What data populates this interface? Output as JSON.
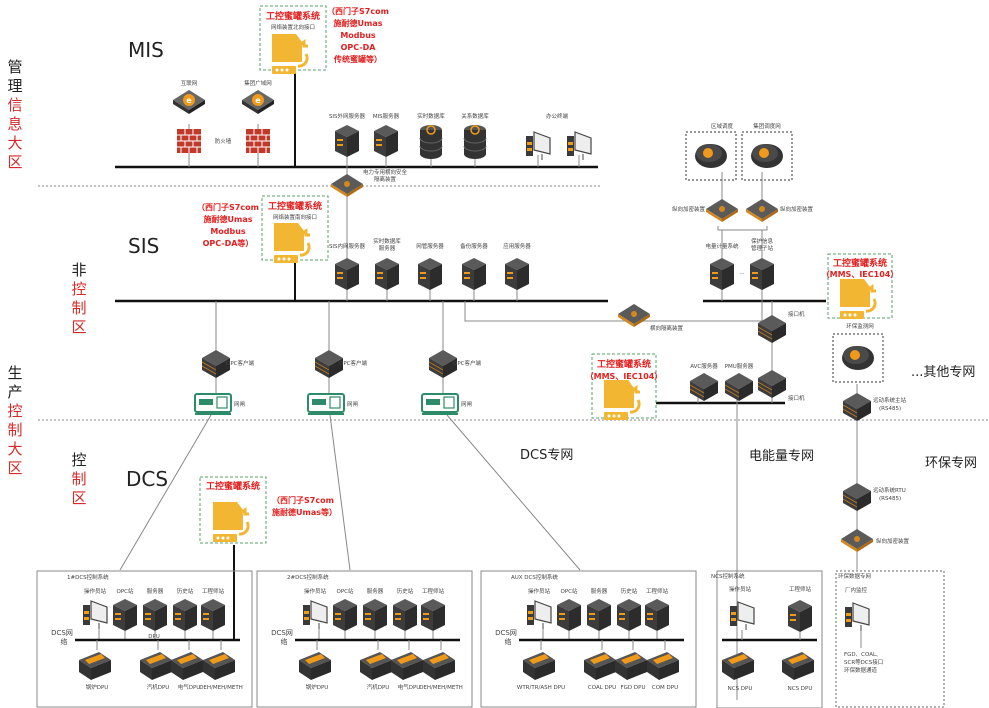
{
  "zones": {
    "mgmt": [
      "管",
      "理",
      "信",
      "息",
      "大",
      "区"
    ],
    "mgmt_red_from": 2,
    "noncontrol": [
      "非",
      "控",
      "制",
      "区"
    ],
    "noncontrol_red_from": 1,
    "production": [
      "生",
      "产",
      "控",
      "制",
      "大",
      "区"
    ],
    "production_red_from": 2,
    "control": [
      "控",
      "制",
      "区"
    ],
    "control_red_from": 1
  },
  "layers": {
    "mis": "MIS",
    "sis": "SIS",
    "dcs": "DCS"
  },
  "networks": {
    "dcs_net": "DCS专网",
    "energy_net": "电能量专网",
    "env_net": "环保专网",
    "other_net": "...其他专网"
  },
  "honeypots": {
    "mis": {
      "title": "工控蜜罐系统",
      "sub": "网络装置北向接口",
      "note": [
        "（西门子S7com",
        "施耐德Umas",
        "Modbus",
        "OPC-DA",
        "传统蜜罐等）"
      ]
    },
    "sis": {
      "title": "工控蜜罐系统",
      "sub": "网络装置南向接口",
      "note": [
        "（西门子S7com",
        "施耐德Umas",
        "Modbus",
        "OPC-DA等）"
      ]
    },
    "dcs": {
      "title": "工控蜜罐系统",
      "note": [
        "（西门子S7com",
        "施耐德Umas等）"
      ]
    },
    "energy": {
      "title": "工控蜜罐系统",
      "title2": "（MMS、IEC104）"
    },
    "env": {
      "title": "工控蜜罐系统",
      "title2": "（MMS、IEC104）"
    }
  },
  "mis_nodes": {
    "internet": "互联网",
    "group_wan": "集团广域网",
    "firewall": "防火墙",
    "sis_ext_server": "SIS外网服务器",
    "mis_server": "MIS服务器",
    "realtime_db": "实时数据库",
    "relational_db": "关系数据库",
    "office": "办公终端",
    "isolation": [
      "电力专用横向安全",
      "隔离装置"
    ]
  },
  "sis_nodes": {
    "sis_int_server": "SIS内网服务器",
    "rt_db_server": [
      "实时数据库",
      "服务器"
    ],
    "netmgmt_server": "网管服务器",
    "backup_server": "备份服务器",
    "app_server": "应用服务器",
    "opc_client": "OPC客户端",
    "gateway": "网闸",
    "horizontal_isolation": "横向隔离装置"
  },
  "energy_nodes": {
    "regional_dispatch": "区域调度",
    "group_dispatch": "集团调度网",
    "encrypt": "纵向加密装置",
    "metering": "电量计量系统",
    "protection": [
      "保护信息",
      "管理子站"
    ],
    "ellipsis": "...",
    "interface1": "接口机",
    "interface2": "接口机",
    "avc": "AVC服务器",
    "pmu": "PMU服务器"
  },
  "env_nodes": {
    "monitor_net": "环保监测网",
    "cems_master": [
      "远动系统主站",
      "(RS485)"
    ],
    "cems_rtu": [
      "远动系统RTU",
      "(RS485)"
    ],
    "encrypt": "纵向加密装置"
  },
  "systems": [
    {
      "title": "1#DCS控制系统",
      "top": [
        "操作员站",
        "OPC站",
        "服务器",
        "历史站",
        "工程师站"
      ],
      "net": [
        "DCS网",
        "络"
      ],
      "bottom": [
        "锅炉DPU",
        "汽机DPU",
        "电气DPU",
        "DEH/MEH/METH"
      ],
      "bus_label": "DPU"
    },
    {
      "title": "2#DCS控制系统",
      "top": [
        "操作员站",
        "OPC站",
        "服务器",
        "历史站",
        "工程师站"
      ],
      "net": [
        "DCS网",
        "络"
      ],
      "bottom": [
        "锅炉DPU",
        "汽机DPU",
        "电气DPU",
        "DEH/MEH/METH"
      ],
      "bus_label": ""
    },
    {
      "title": "AUX DCS控制系统",
      "top": [
        "操作员站",
        "OPC站",
        "服务器",
        "历史站",
        "工程师站"
      ],
      "net": [
        "DCS网",
        "络"
      ],
      "bottom": [
        "WTR/TR/ASH DPU",
        "COAL DPU",
        "FGD DPU",
        "COM DPU"
      ],
      "bus_label": ""
    }
  ],
  "ncs": {
    "title": "NCS控制系统",
    "top": [
      "操作员站",
      "工程师站"
    ],
    "bottom": [
      "NCS DPU",
      "NCS DPU"
    ]
  },
  "env_private": {
    "title": "环保数据专网",
    "station": "厂内监控",
    "note": [
      "FGD、COAL、",
      "SCR等DCS接口",
      "环保数据通道"
    ]
  },
  "colors": {
    "accent_red": "#d42a2a",
    "honeypot_yellow": "#f2b632",
    "honeypot_border": "#5aa06a",
    "device_dark": "#3a3a3a",
    "device_orange": "#f09a1a",
    "gateway_green": "#2e8b6a"
  }
}
